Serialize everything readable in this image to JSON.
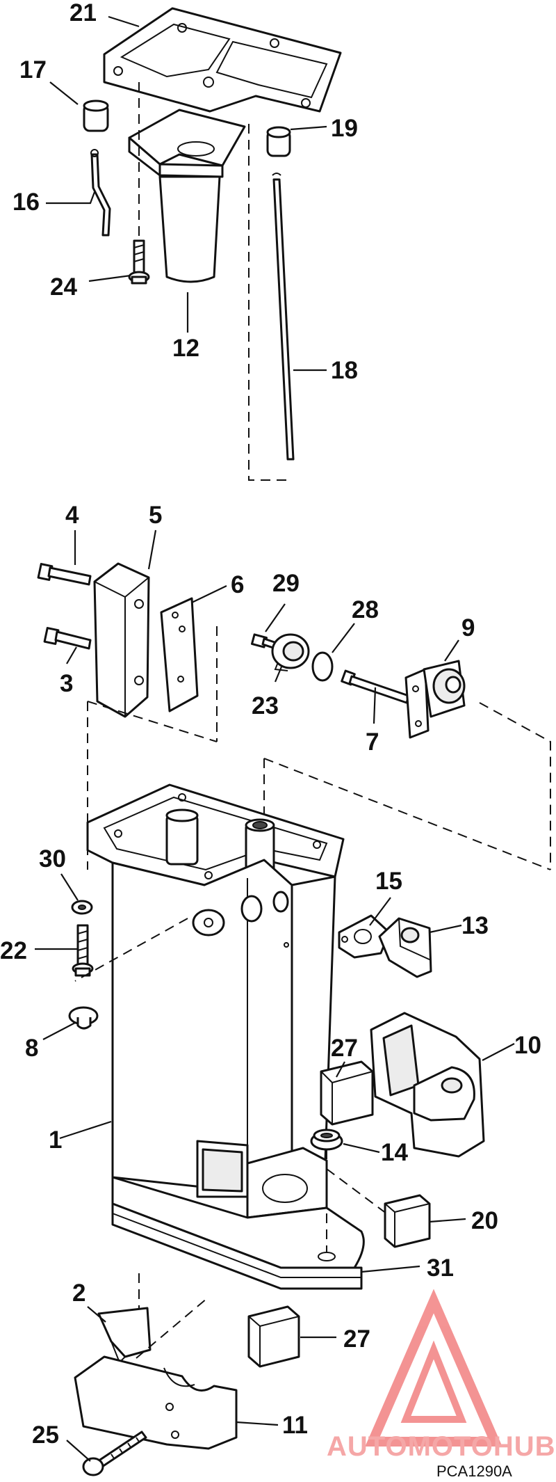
{
  "labels": {
    "p1": "1",
    "p2": "2",
    "p3": "3",
    "p4": "4",
    "p5": "5",
    "p6": "6",
    "p7": "7",
    "p8": "8",
    "p9": "9",
    "p10": "10",
    "p11": "11",
    "p12": "12",
    "p13": "13",
    "p14": "14",
    "p15": "15",
    "p16": "16",
    "p17": "17",
    "p18": "18",
    "p19": "19",
    "p20": "20",
    "p21": "21",
    "p22": "22",
    "p23": "23",
    "p24": "24",
    "p25": "25",
    "p27a": "27",
    "p27b": "27",
    "p28": "28",
    "p29": "29",
    "p30": "30",
    "p31": "31"
  },
  "drawing_code": "PCA1290A",
  "watermark": {
    "text": "AUTOMOTOHUB",
    "color": "#f07070"
  }
}
